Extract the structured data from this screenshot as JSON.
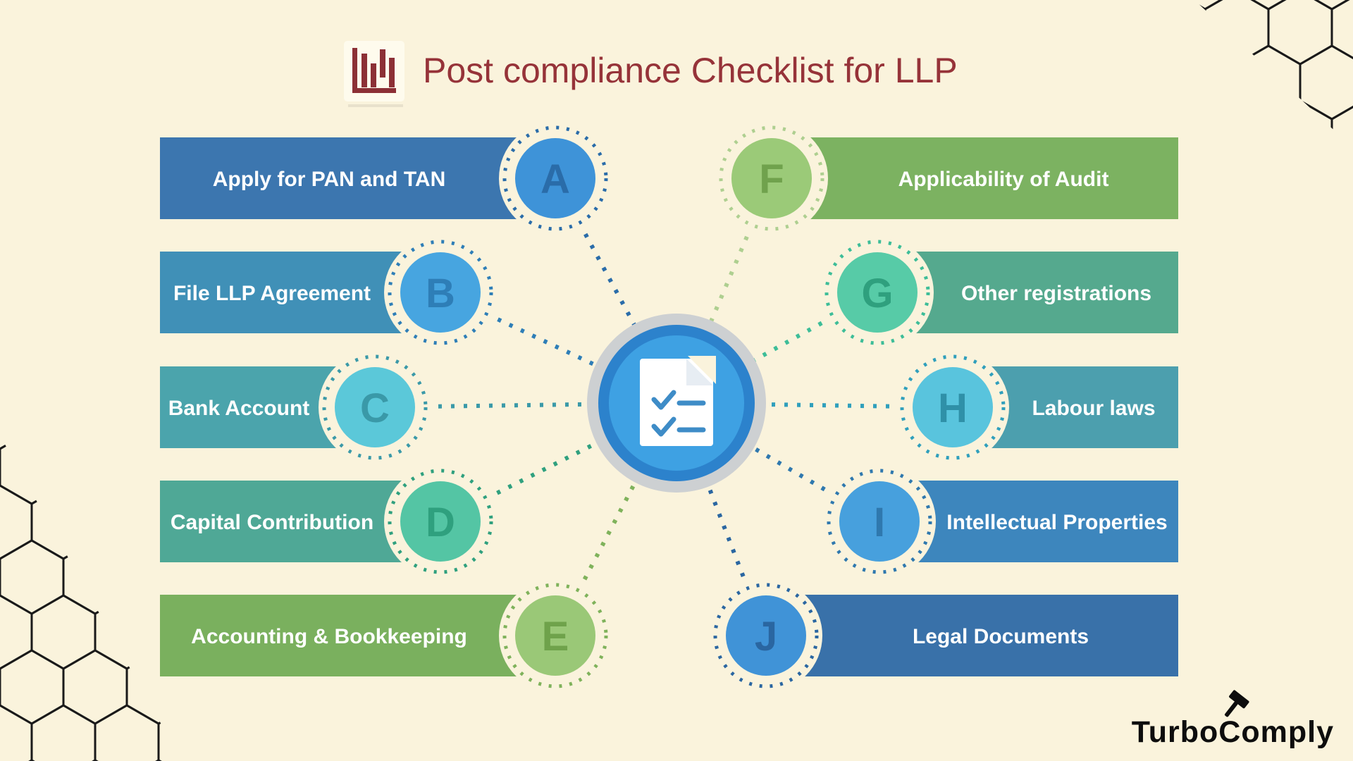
{
  "background_color": "#FAF3DC",
  "title": {
    "text": "Post compliance Checklist for LLP",
    "color": "#963339",
    "icon": "bar-chart-icon"
  },
  "center_hub": {
    "icon": "checklist-document-icon",
    "outer_ring_color": "#CDD0D2",
    "mid_ring_color": "#2C82CC",
    "inner_color": "#3EA1E3",
    "doc_accent_color": "#3E8CC7"
  },
  "items": [
    {
      "letter": "A",
      "label": "Apply for PAN and TAN",
      "side": "left",
      "bar_color": "#3C76AF",
      "circle_color": "#3E93D8",
      "letter_color": "#2A6CA9",
      "dot_color": "#2A6CA9"
    },
    {
      "letter": "B",
      "label": "File LLP Agreement",
      "side": "left",
      "bar_color": "#4090B7",
      "circle_color": "#47A5E0",
      "letter_color": "#2E7EB7",
      "dot_color": "#2E7EB7"
    },
    {
      "letter": "C",
      "label": "Bank Account",
      "side": "left",
      "bar_color": "#4BA4AC",
      "circle_color": "#5BC8D9",
      "letter_color": "#3A99A8",
      "dot_color": "#3A99A8"
    },
    {
      "letter": "D",
      "label": "Capital Contribution",
      "side": "left",
      "bar_color": "#4FA896",
      "circle_color": "#54C5A4",
      "letter_color": "#2FA07E",
      "dot_color": "#2FA07E"
    },
    {
      "letter": "E",
      "label": "Accounting & Bookkeeping",
      "side": "left",
      "bar_color": "#7AB05E",
      "circle_color": "#9AC877",
      "letter_color": "#6FA24B",
      "dot_color": "#7FB25B"
    },
    {
      "letter": "F",
      "label": "Applicability of Audit",
      "side": "right",
      "bar_color": "#7CB261",
      "circle_color": "#9BCA78",
      "letter_color": "#70A24D",
      "dot_color": "#AECF90"
    },
    {
      "letter": "G",
      "label": "Other registrations",
      "side": "right",
      "bar_color": "#55A98E",
      "circle_color": "#57CBA7",
      "letter_color": "#2FA07E",
      "dot_color": "#3DBD98"
    },
    {
      "letter": "H",
      "label": "Labour laws",
      "side": "right",
      "bar_color": "#4C9FAE",
      "circle_color": "#59C4DD",
      "letter_color": "#2F90A8",
      "dot_color": "#2F9FBC"
    },
    {
      "letter": "I",
      "label": "Intellectual Properties",
      "side": "right",
      "bar_color": "#3D86BD",
      "circle_color": "#47A0DD",
      "letter_color": "#2F78AE",
      "dot_color": "#2F78AE"
    },
    {
      "letter": "J",
      "label": "Legal Documents",
      "side": "right",
      "bar_color": "#3971A9",
      "circle_color": "#4093D7",
      "letter_color": "#2A66A1",
      "dot_color": "#2A66A1"
    }
  ],
  "brand": {
    "name": "TurboComply",
    "icon": "gavel-icon",
    "color": "#0D0D0D"
  },
  "decorations": {
    "honeycomb_corners": [
      "top-right",
      "bottom-left"
    ],
    "outline_color": "#1A1A1A"
  }
}
